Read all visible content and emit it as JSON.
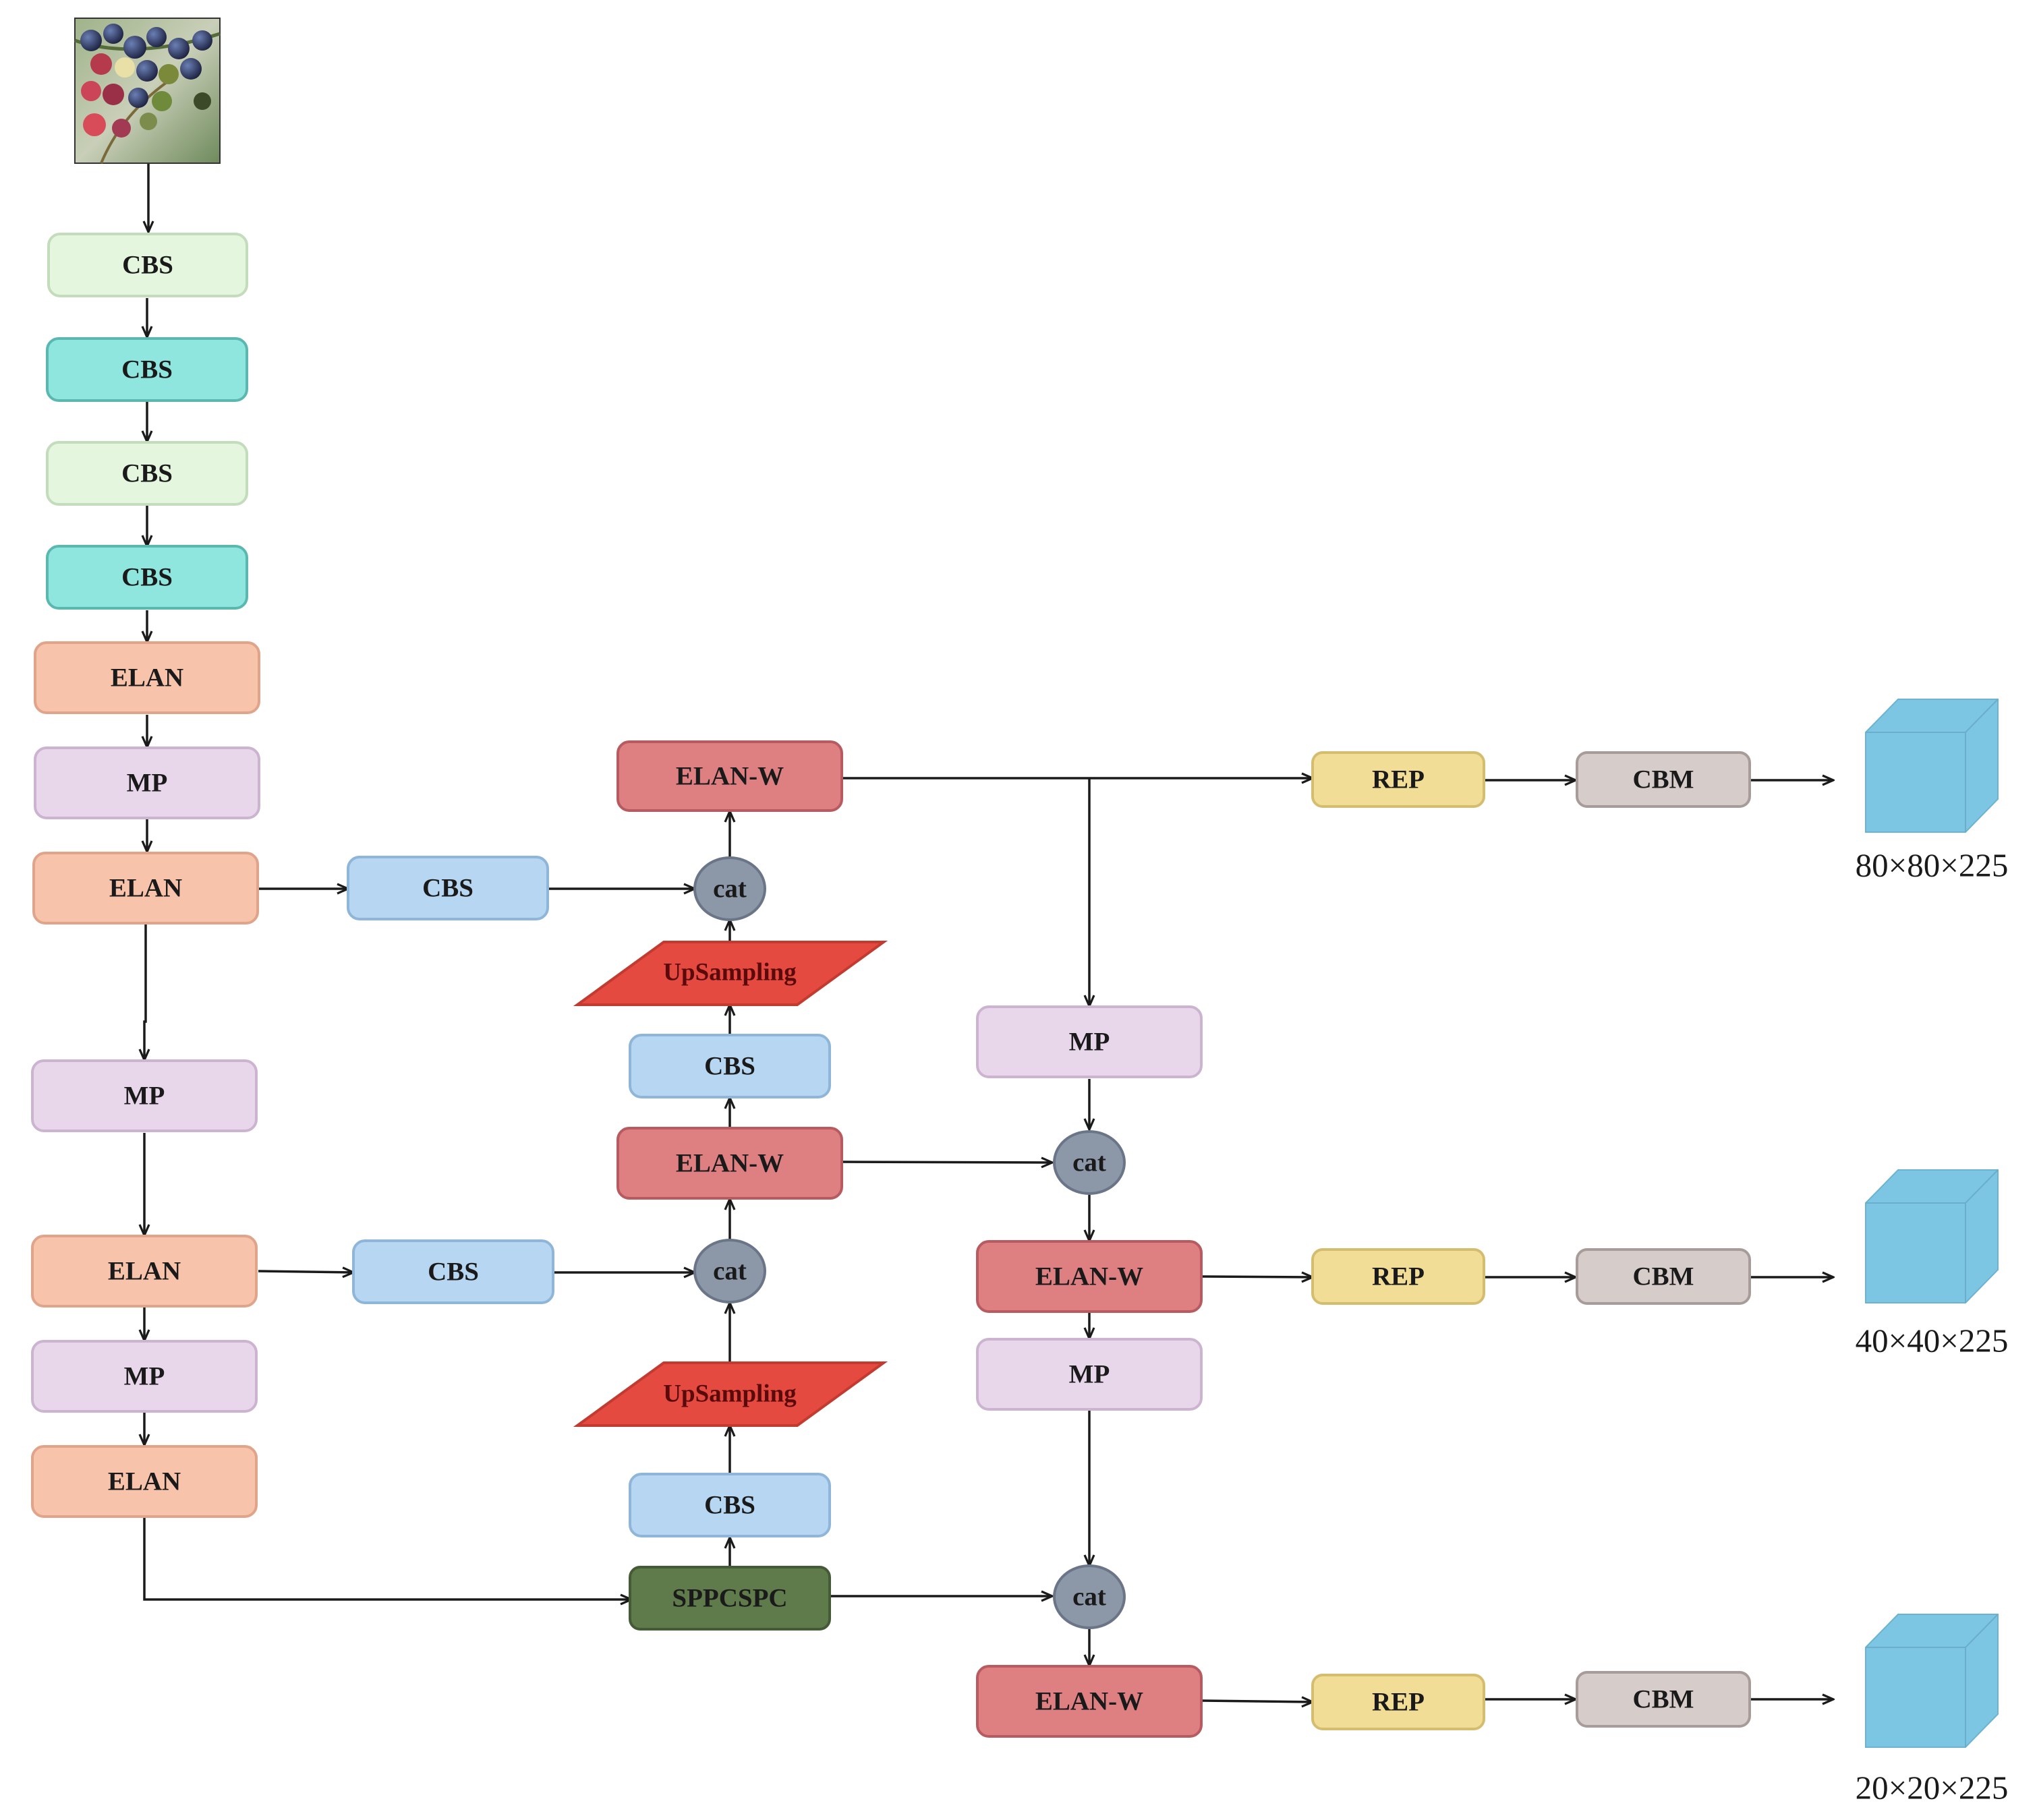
{
  "colors": {
    "cbs_light_green": "#e4f6de",
    "cbs_teal": "#8fe6df",
    "elan": "#f7c3aa",
    "mp": "#e8d7eb",
    "cbs_blue": "#b6d6f2",
    "elan_w": "#de7f82",
    "upsampling": "#e44a3f",
    "cat": "#8c97a8",
    "sppcspc": "#5f7a4b",
    "rep": "#f2dd96",
    "cbm": "#d6ccca",
    "cube": "#7cc5e3"
  },
  "input_image": {
    "icon": "blueberry-photo"
  },
  "backbone": {
    "cbs1": "CBS",
    "cbs2": "CBS",
    "cbs3": "CBS",
    "cbs4": "CBS",
    "elan1": "ELAN",
    "mp1": "MP",
    "elan2": "ELAN",
    "mp2": "MP",
    "elan3": "ELAN",
    "mp3": "MP",
    "elan4": "ELAN"
  },
  "neck": {
    "cbs_top": "CBS",
    "cat_top": "cat",
    "elanw_top": "ELAN-W",
    "up_top": "UpSampling",
    "cbs_up1": "CBS",
    "elanw_mid": "ELAN-W",
    "cbs_mid": "CBS",
    "cat_mid": "cat",
    "up_bottom": "UpSampling",
    "cbs_up2": "CBS",
    "sppcspc": "SPPCSPC",
    "mp_r1": "MP",
    "cat_r1": "cat",
    "elanw_r1": "ELAN-W",
    "mp_r2": "MP",
    "cat_r2": "cat",
    "elanw_r2": "ELAN-W"
  },
  "head": {
    "rep1": "REP",
    "cbm1": "CBM",
    "out1": "80×80×225",
    "rep2": "REP",
    "cbm2": "CBM",
    "out2": "40×40×225",
    "rep3": "REP",
    "cbm3": "CBM",
    "out3": "20×20×225"
  }
}
